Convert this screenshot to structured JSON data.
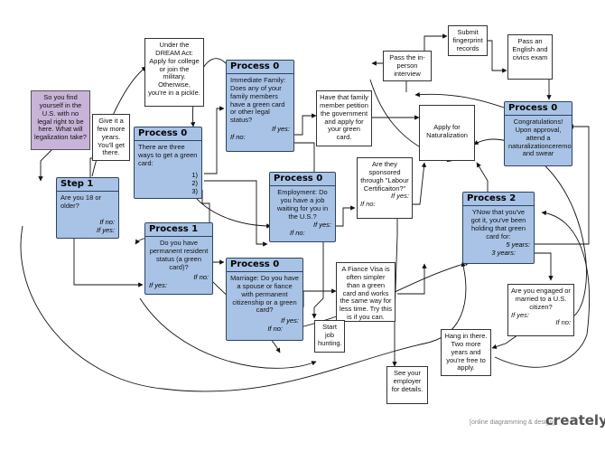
{
  "nodes": {
    "start": {
      "text": "So you find yourself in the U.S. with no legal right to be here. What will legalization take?"
    },
    "dream": {
      "text": "Under the DREAM Act: Apply for college or join the military. Otherwise, you're in a pickle."
    },
    "wait": {
      "text": "Give it a few more years. You'll get there."
    },
    "step1": {
      "title": "Step 1",
      "text": "Are you 18 or older?",
      "no": "If no:",
      "yes": "If yes:"
    },
    "process0_top": {
      "title": "Process 0",
      "text": "There are three ways to get a green card:",
      "items": [
        "1)",
        "2)",
        "3)"
      ]
    },
    "process0_family": {
      "title": "Process 0",
      "text": "Immediate Family: Does any of your family members have a green card or other legal status?",
      "yes": "If yes:",
      "no": "If no:"
    },
    "family_petition": {
      "text": "Have that family member petition the government and apply for your green card."
    },
    "process1": {
      "title": "Process 1",
      "text": "Do you have permanent resident status (a green card)?",
      "no": "If no:",
      "yes": "If yes:"
    },
    "process0_job": {
      "title": "Process 0",
      "text": "Employment: Do you have a job waiting for you in the U.S.?",
      "yes": "If yes:",
      "no": "If no:"
    },
    "sponsored": {
      "text": "Are they sponsored through \"Labour Certificaiton?\"",
      "yes": "If yes:",
      "no": "If no:"
    },
    "process0_marriage": {
      "title": "Process 0",
      "text": "Marriage: Do you have a spouse or fiance with permanent citizenship or a green card?",
      "yes": "If yes:",
      "no": "If no:"
    },
    "fiance": {
      "text": "A Fiance Visa is often simpler than a green card and works the same way for less time. Try this is if you can."
    },
    "job_hunt": {
      "text": "Start job hunting."
    },
    "employer": {
      "text": "See your employer for details."
    },
    "interview": {
      "text": "Pass the in-person interview"
    },
    "fingerprint": {
      "text": "Submit fingerprint records"
    },
    "english": {
      "text": "Pass an English and civics exam"
    },
    "naturalization": {
      "text": "Apply for Naturalization"
    },
    "process0_final": {
      "title": "Process 0",
      "text": "Congratulations! Upon approval, attend a naturalizationceremony and swear"
    },
    "process2": {
      "title": "Process 2",
      "text": "YNow that you've got it, you've been holding that green card for:",
      "a": "5 years:",
      "b": "3 years:"
    },
    "engaged": {
      "text": "Are you engaged or married to a U.S. citizen?",
      "yes": "If yes:",
      "no": "If no:"
    },
    "hang": {
      "text": "Hang in there. Two more years and you're free to apply."
    }
  },
  "footer": {
    "tagline": "[online diagramming & design]",
    "brand": "creately"
  },
  "colors": {
    "process_fill": "#a9c3e6",
    "start_fill": "#c9b4d9",
    "line": "#111111"
  }
}
